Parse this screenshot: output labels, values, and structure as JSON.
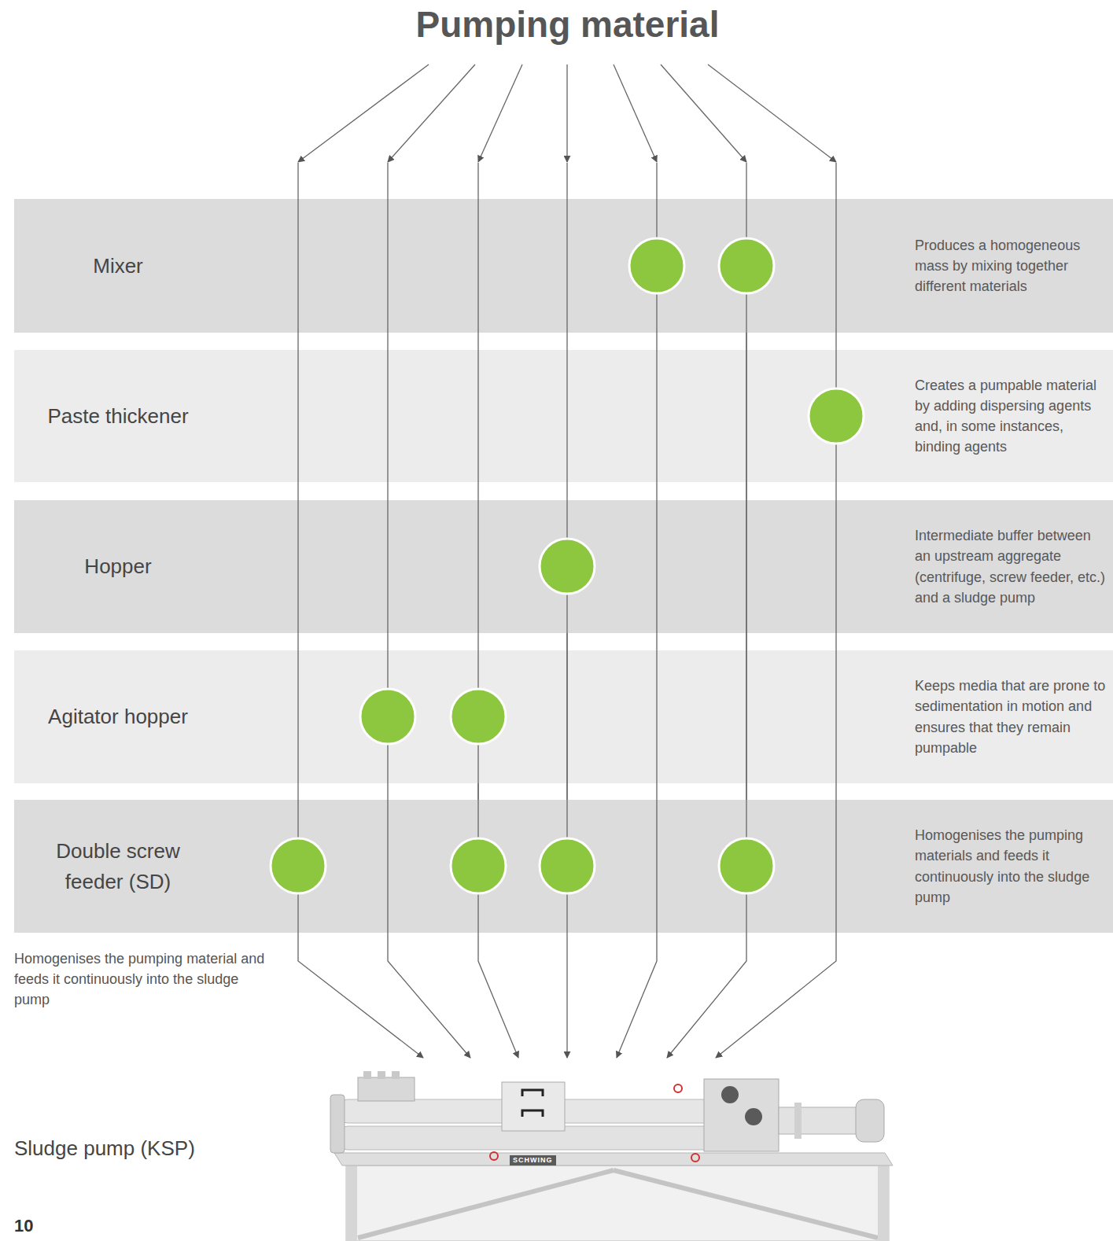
{
  "diagram": {
    "title": "Pumping material",
    "nodes": [
      {
        "text": [
          "Mixer",
          "Produces a homogeneous mass by mixing together different materials"
        ]
      },
      {
        "text": [
          "Paste thickener",
          "Creates a pumpable material by adding dispersing agents and, in some instances, binding agents"
        ]
      },
      {
        "text": [
          "Hopper",
          "Intermediate buffer between an upstream aggregate (centrifuge, screw feeder, etc.) and a sludge pump"
        ]
      },
      {
        "text": [
          "Agitator hopper",
          "Keeps media that are prone to sedimentation in motion and ensures that they remain pumpable"
        ]
      },
      {
        "text": [
          "Double screw feeder (SD)",
          "Homogenises the pumping materials and feeds it continuously into the sludge pump"
        ]
      },
      {
        "text": [
          "Sludge pump (KSP)"
        ]
      }
    ],
    "edges": [
      {
        "from": 4,
        "to": 5,
        "arrow": "to"
      },
      {
        "from": 3,
        "to": 5,
        "arrow": "to"
      },
      {
        "from": 3,
        "to": 4,
        "arrow": "none"
      },
      {
        "from": 4,
        "to": 5,
        "arrow": "to"
      },
      {
        "from": 2,
        "to": 4,
        "arrow": "none"
      },
      {
        "from": 4,
        "to": 5,
        "arrow": "to"
      },
      {
        "from": 0,
        "to": 5,
        "arrow": "to"
      },
      {
        "from": 0,
        "to": 4,
        "arrow": "none"
      },
      {
        "from": 4,
        "to": 5,
        "arrow": "to"
      },
      {
        "from": 1,
        "to": 5,
        "arrow": "to"
      }
    ],
    "labels": [
      "Homogenises the pumping material and feeds it continuously into the sludge pump",
      "10",
      "SCHWING"
    ]
  }
}
